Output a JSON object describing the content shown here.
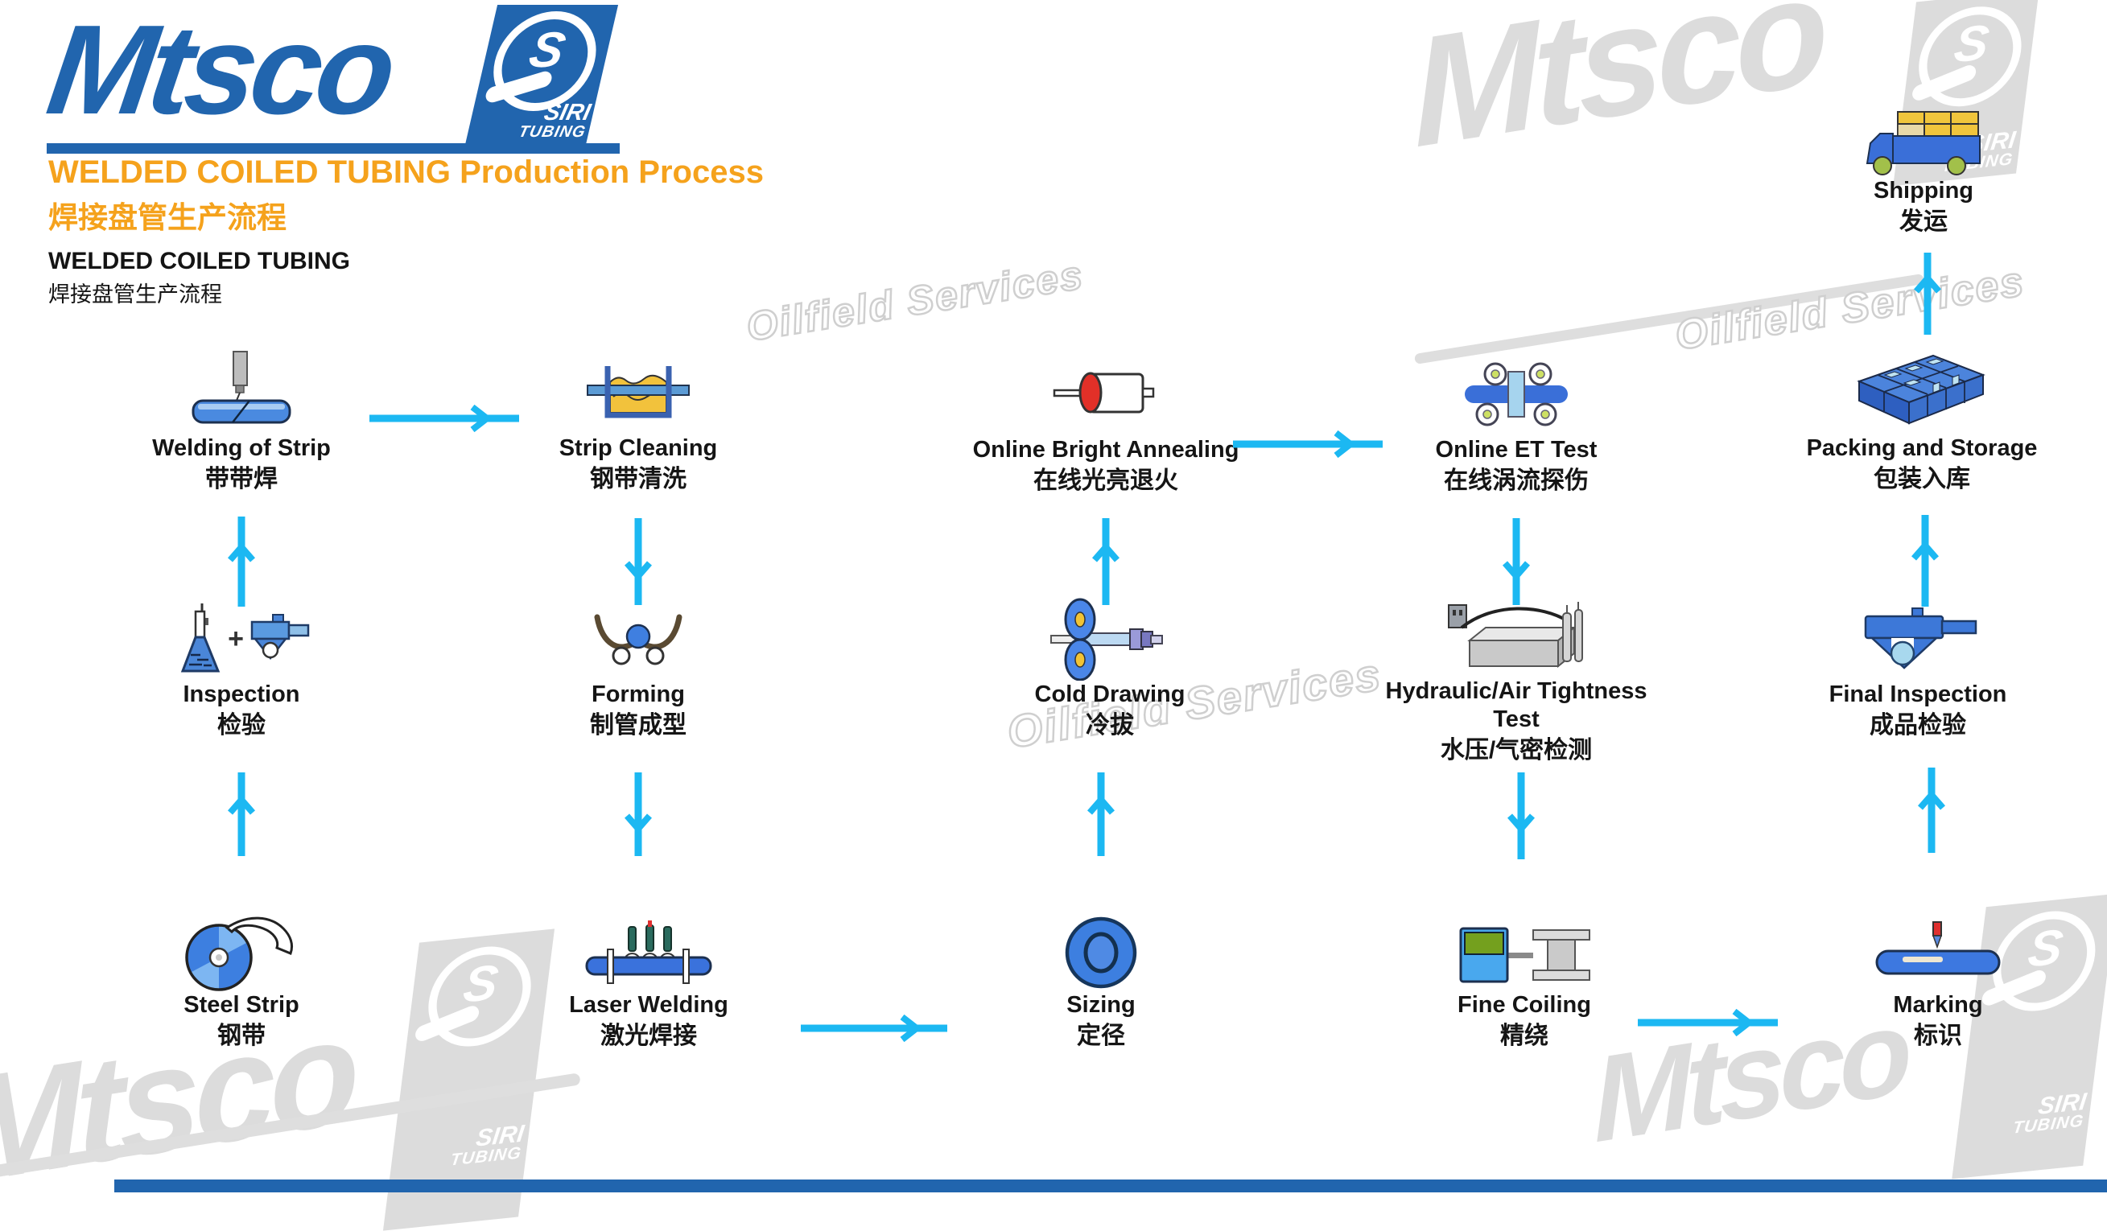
{
  "header": {
    "brand": "Mtsco",
    "emblem_s": "S",
    "siri_line1": "SIRI",
    "siri_line2": "TUBING",
    "title_en": "WELDED COILED TUBING Production Process",
    "title_zh": "焊接盘管生产流程",
    "subtitle_en": "WELDED COILED TUBING",
    "subtitle_zh": "焊接盘管生产流程"
  },
  "watermarks": {
    "brand": "Mtsco",
    "emblem_s": "S",
    "oilfield_services": "Oilfield Services",
    "siri_line1": "SIRI",
    "siri_line2": "TUBING"
  },
  "icons": {
    "inspection_plus": "+"
  },
  "colors": {
    "brand_blue": "#2165AE",
    "title_orange": "#F5A21C",
    "arrow_cyan": "#1CB8F2",
    "watermark_gray": "#DCDCDC",
    "text_black": "#151515"
  },
  "nodes": {
    "welding_of_strip": {
      "en": "Welding of Strip",
      "zh": "带带焊"
    },
    "strip_cleaning": {
      "en": "Strip Cleaning",
      "zh": "钢带清洗"
    },
    "online_bright_annealing": {
      "en": "Online Bright Annealing",
      "zh": "在线光亮退火"
    },
    "online_et_test": {
      "en": "Online ET Test",
      "zh": "在线涡流探伤"
    },
    "packing_and_storage": {
      "en": "Packing and Storage",
      "zh": "包装入库"
    },
    "shipping": {
      "en": "Shipping",
      "zh": "发运"
    },
    "inspection": {
      "en": "Inspection",
      "zh": "检验"
    },
    "forming": {
      "en": "Forming",
      "zh": "制管成型"
    },
    "cold_drawing": {
      "en": "Cold Drawing",
      "zh": "冷拔"
    },
    "hydraulic_air_tightness_test": {
      "en": "Hydraulic/Air Tightness Test",
      "zh": "水压/气密检测"
    },
    "final_inspection": {
      "en": "Final Inspection",
      "zh": "成品检验"
    },
    "steel_strip": {
      "en": "Steel Strip",
      "zh": "钢带"
    },
    "laser_welding": {
      "en": "Laser Welding",
      "zh": "激光焊接"
    },
    "sizing": {
      "en": "Sizing",
      "zh": "定径"
    },
    "fine_coiling": {
      "en": "Fine Coiling",
      "zh": "精绕"
    },
    "marking": {
      "en": "Marking",
      "zh": "标识"
    }
  }
}
